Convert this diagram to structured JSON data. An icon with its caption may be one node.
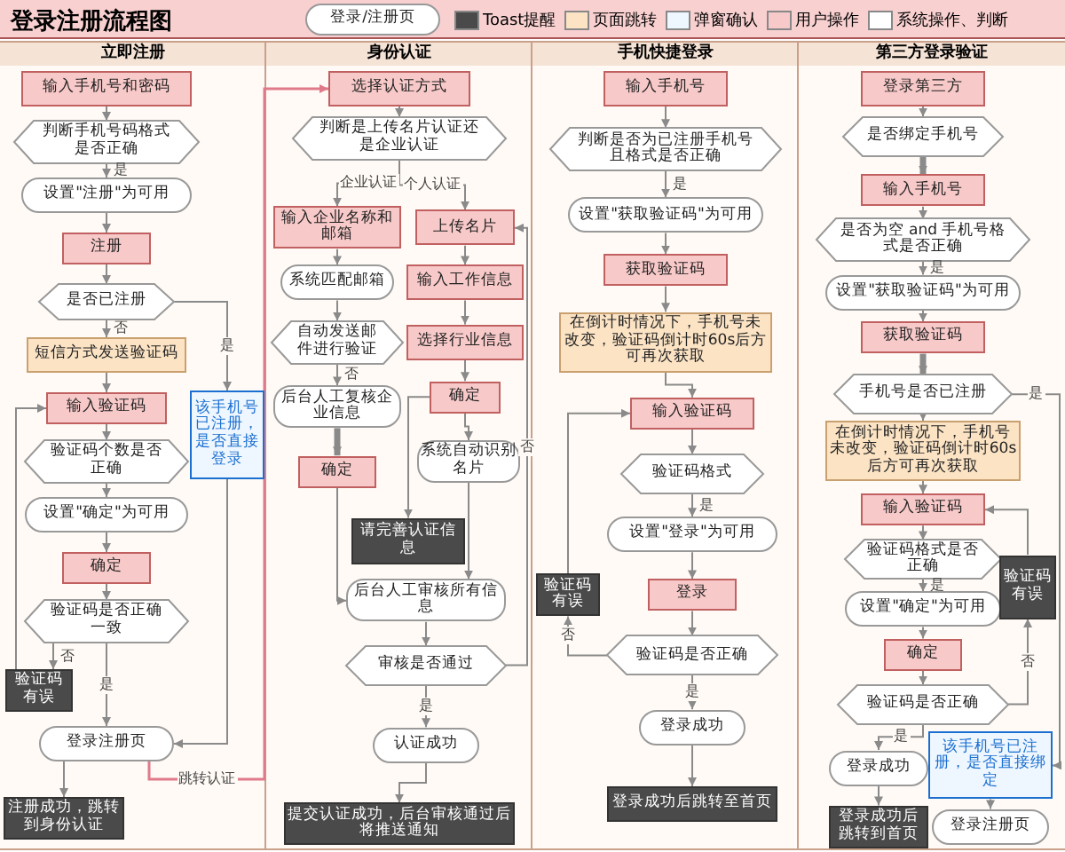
{
  "diagram": {
    "title": "登录注册流程图",
    "nodes": [
      {
        "text": [
          "登录/注册页"
        ]
      },
      {
        "text": [
          "立即注册"
        ]
      },
      {
        "text": [
          "输入手机号和密码"
        ],
        "in": 1
      },
      {
        "text": [
          "判断手机号码格式是否正确"
        ],
        "in": 1
      },
      {
        "text": [
          "设置\"注册\"为可用"
        ],
        "in": 1
      },
      {
        "text": [
          "注册"
        ],
        "in": 1
      },
      {
        "text": [
          "是否已注册"
        ],
        "in": 1
      },
      {
        "text": [
          "短信方式发送验证码"
        ],
        "in": 1
      },
      {
        "text": [
          "输入验证码"
        ],
        "in": 1
      },
      {
        "text": [
          "验证码个数是否正确"
        ],
        "in": 1
      },
      {
        "text": [
          "设置\"确定\"为可用"
        ],
        "in": 1
      },
      {
        "text": [
          "确定"
        ],
        "in": 1
      },
      {
        "text": [
          "验证码是否正确一致"
        ],
        "in": 1
      },
      {
        "text": [
          "登录注册页"
        ],
        "in": 1
      },
      {
        "text": [
          "验证码有误"
        ],
        "in": 1
      },
      {
        "text": [
          "注册成功，跳转到身份认证"
        ],
        "in": 1
      },
      {
        "text": [
          "该手机号已注册，是否直接登录"
        ],
        "in": 1
      },
      {
        "text": [
          "身份认证"
        ]
      },
      {
        "text": [
          "选择认证方式"
        ],
        "in": 17
      },
      {
        "text": [
          "判断是上传名片认证还是企业认证"
        ],
        "in": 17
      },
      {
        "text": [
          "输入企业名称和邮箱"
        ],
        "in": 17
      },
      {
        "text": [
          "系统匹配邮箱"
        ],
        "in": 17
      },
      {
        "text": [
          "自动发送邮件进行验证"
        ],
        "in": 17
      },
      {
        "text": [
          "后台人工复核企业信息"
        ],
        "in": 17
      },
      {
        "text": [
          "确定"
        ],
        "in": 17
      },
      {
        "text": [
          "上传名片"
        ],
        "in": 17
      },
      {
        "text": [
          "输入工作信息"
        ],
        "in": 17
      },
      {
        "text": [
          "选择行业信息"
        ],
        "in": 17
      },
      {
        "text": [
          "确定"
        ],
        "in": 17
      },
      {
        "text": [
          "系统自动识别名片"
        ],
        "in": 17
      },
      {
        "text": [
          "请完善认证信息"
        ],
        "in": 17
      },
      {
        "text": [
          "后台人工审核所有信息"
        ],
        "in": 17
      },
      {
        "text": [
          "审核是否通过"
        ],
        "in": 17
      },
      {
        "text": [
          "认证成功"
        ],
        "in": 17
      },
      {
        "text": [
          "提交认证成功，后台审核通过后将推送通知"
        ],
        "in": 17
      },
      {
        "text": [
          "手机快捷登录"
        ]
      },
      {
        "text": [
          "输入手机号"
        ],
        "in": 35
      },
      {
        "text": [
          "判断是否为已注册手机号且格式是否正确"
        ],
        "in": 35
      },
      {
        "text": [
          "设置\"获取验证码\"为可用"
        ],
        "in": 35
      },
      {
        "text": [
          "获取验证码"
        ],
        "in": 35
      },
      {
        "text": [
          "在倒计时情况下，手机号未改变，验证码倒计时60s后方可再次获取"
        ],
        "in": 35
      },
      {
        "text": [
          "输入验证码"
        ],
        "in": 35
      },
      {
        "text": [
          "验证码格式"
        ],
        "in": 35
      },
      {
        "text": [
          "设置\"登录\"为可用"
        ],
        "in": 35
      },
      {
        "text": [
          "登录"
        ],
        "in": 35
      },
      {
        "text": [
          "验证码是否正确"
        ],
        "in": 35
      },
      {
        "text": [
          "登录成功"
        ],
        "in": 35
      },
      {
        "text": [
          "验证码有误"
        ],
        "in": 35
      },
      {
        "text": [
          "登录成功后跳转至首页"
        ],
        "in": 35
      },
      {
        "text": [
          "第三方登录验证"
        ]
      },
      {
        "text": [
          "登录第三方"
        ],
        "in": 49
      },
      {
        "text": [
          "是否绑定手机号"
        ],
        "in": 49
      },
      {
        "text": [
          "输入手机号"
        ],
        "in": 49
      },
      {
        "text": [
          "是否为空 and 手机号格式是否正确"
        ],
        "in": 49
      },
      {
        "text": [
          "设置\"获取验证码\"为可用"
        ],
        "in": 49
      },
      {
        "text": [
          "获取验证码"
        ],
        "in": 49
      },
      {
        "text": [
          "手机号是否已注册"
        ],
        "in": 49
      },
      {
        "text": [
          "在倒计时情况下，手机号未改变，验证码倒计时60s后方可再次获取"
        ],
        "in": 49
      },
      {
        "text": [
          "输入验证码"
        ],
        "in": 49
      },
      {
        "text": [
          "验证码格式是否正确"
        ],
        "in": 49
      },
      {
        "text": [
          "设置\"确定\"为可用"
        ],
        "in": 49
      },
      {
        "text": [
          "确定"
        ],
        "in": 49
      },
      {
        "text": [
          "验证码是否正确"
        ],
        "in": 49
      },
      {
        "text": [
          "验证码有误"
        ],
        "in": 49
      },
      {
        "text": [
          "该手机号已注册，是否直接绑定"
        ],
        "in": 49
      },
      {
        "text": [
          "登录成功"
        ],
        "in": 49
      },
      {
        "text": [
          "登录注册页"
        ],
        "in": 49
      },
      {
        "text": [
          "登录成功后跳转到首页"
        ],
        "in": 49
      }
    ],
    "edges": [
      {
        "from": 2,
        "to": 3,
        "arrow": "to"
      },
      {
        "from": 3,
        "to": 4,
        "arrow": "to",
        "label": "是"
      },
      {
        "from": 4,
        "to": 5,
        "arrow": "to"
      },
      {
        "from": 5,
        "to": 6,
        "arrow": "to"
      },
      {
        "from": 6,
        "to": 7,
        "arrow": "to",
        "label": "否"
      },
      {
        "from": 7,
        "to": 8,
        "arrow": "to"
      },
      {
        "from": 8,
        "to": 9,
        "arrow": "to"
      },
      {
        "from": 9,
        "to": 10,
        "arrow": "to"
      },
      {
        "from": 10,
        "to": 11,
        "arrow": "to"
      },
      {
        "from": 11,
        "to": 12,
        "arrow": "to"
      },
      {
        "from": 12,
        "to": 14,
        "arrow": "to",
        "label": "否"
      },
      {
        "from": 14,
        "to": 8,
        "arrow": "to"
      },
      {
        "from": 12,
        "to": 13,
        "arrow": "to",
        "label": "是"
      },
      {
        "from": 6,
        "to": 16,
        "arrow": "to",
        "label": "是"
      },
      {
        "from": 16,
        "to": 13,
        "arrow": "to"
      },
      {
        "from": 13,
        "to": 15,
        "arrow": "to"
      },
      {
        "from": 13,
        "to": 18,
        "arrow": "to",
        "label": "跳转认证",
        "color": "#e07a8a"
      },
      {
        "from": 18,
        "to": 19,
        "arrow": "to"
      },
      {
        "from": 19,
        "to": 20,
        "arrow": "to",
        "label": "企业认证"
      },
      {
        "from": 19,
        "to": 25,
        "arrow": "to",
        "label": "个人认证"
      },
      {
        "from": 20,
        "to": 21,
        "arrow": "to"
      },
      {
        "from": 21,
        "to": 22,
        "arrow": "to"
      },
      {
        "from": 22,
        "to": 23,
        "arrow": "to",
        "label": "否"
      },
      {
        "from": 23,
        "to": 24,
        "arrow": "to",
        "style": "thick"
      },
      {
        "from": 25,
        "to": 26,
        "arrow": "to"
      },
      {
        "from": 26,
        "to": 27,
        "arrow": "to"
      },
      {
        "from": 27,
        "to": 28,
        "arrow": "to"
      },
      {
        "from": 28,
        "to": 29,
        "arrow": "to"
      },
      {
        "from": 28,
        "to": 30,
        "arrow": "to"
      },
      {
        "from": 24,
        "to": 31,
        "arrow": "to"
      },
      {
        "from": 29,
        "to": 31,
        "arrow": "to"
      },
      {
        "from": 31,
        "to": 32,
        "arrow": "to"
      },
      {
        "from": 32,
        "to": 33,
        "arrow": "to",
        "label": "是"
      },
      {
        "from": 32,
        "to": 25,
        "arrow": "to",
        "label": "否"
      },
      {
        "from": 33,
        "to": 34,
        "arrow": "to"
      },
      {
        "from": 36,
        "to": 37,
        "arrow": "to"
      },
      {
        "from": 37,
        "to": 38,
        "arrow": "to",
        "label": "是"
      },
      {
        "from": 38,
        "to": 39,
        "arrow": "to"
      },
      {
        "from": 39,
        "to": 40,
        "arrow": "to"
      },
      {
        "from": 40,
        "to": 41,
        "arrow": "to"
      },
      {
        "from": 41,
        "to": 42,
        "arrow": "to"
      },
      {
        "from": 42,
        "to": 43,
        "arrow": "to",
        "label": "是"
      },
      {
        "from": 43,
        "to": 44,
        "arrow": "to"
      },
      {
        "from": 44,
        "to": 45,
        "arrow": "to"
      },
      {
        "from": 45,
        "to": 47,
        "arrow": "to",
        "label": "否"
      },
      {
        "from": 47,
        "to": 41,
        "arrow": "to"
      },
      {
        "from": 45,
        "to": 46,
        "arrow": "to",
        "label": "是"
      },
      {
        "from": 46,
        "to": 48,
        "arrow": "to"
      },
      {
        "from": 50,
        "to": 51,
        "arrow": "to"
      },
      {
        "from": 51,
        "to": 52,
        "arrow": "to",
        "style": "thick"
      },
      {
        "from": 52,
        "to": 53,
        "arrow": "to"
      },
      {
        "from": 53,
        "to": 54,
        "arrow": "to",
        "label": "是"
      },
      {
        "from": 54,
        "to": 55,
        "arrow": "to"
      },
      {
        "from": 55,
        "to": 56,
        "arrow": "to",
        "style": "thick"
      },
      {
        "from": 56,
        "to": 57,
        "arrow": "to"
      },
      {
        "from": 57,
        "to": 58,
        "arrow": "to"
      },
      {
        "from": 56,
        "to": 64,
        "arrow": "to",
        "label": "是"
      },
      {
        "from": 58,
        "to": 59,
        "arrow": "to"
      },
      {
        "from": 59,
        "to": 60,
        "arrow": "to",
        "label": "是"
      },
      {
        "from": 60,
        "to": 61,
        "arrow": "to"
      },
      {
        "from": 61,
        "to": 62,
        "arrow": "to"
      },
      {
        "from": 62,
        "to": 63,
        "arrow": "to",
        "label": "否"
      },
      {
        "from": 63,
        "to": 58,
        "arrow": "to"
      },
      {
        "from": 62,
        "to": 65,
        "arrow": "to",
        "label": "是"
      },
      {
        "from": 64,
        "to": 66,
        "arrow": "to"
      },
      {
        "from": 65,
        "to": 67,
        "arrow": "to"
      }
    ],
    "legend": [
      {
        "text": "Toast提醒",
        "color": "#4a4a4a"
      },
      {
        "text": "页面跳转",
        "color": "#fbe3c4"
      },
      {
        "text": "弹窗确认",
        "color": "#eef6ff"
      },
      {
        "text": "用户操作",
        "color": "#f8c9c9"
      },
      {
        "text": "系统操作、判断",
        "color": "#ffffff"
      }
    ]
  }
}
